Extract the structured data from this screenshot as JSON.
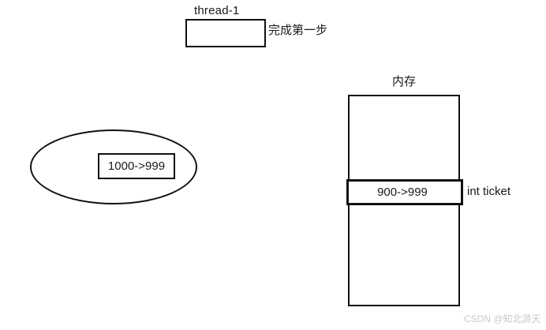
{
  "diagram": {
    "background_color": "#ffffff",
    "stroke_color": "#111111",
    "thread": {
      "label": "thread-1",
      "box_value": "",
      "annotation": "完成第一步"
    },
    "thread_stack": {
      "shape": "ellipse",
      "value": "1000->999"
    },
    "memory": {
      "label": "内存",
      "cells": [
        {
          "value": "",
          "highlighted": false
        },
        {
          "value": "900->999",
          "highlighted": true
        },
        {
          "value": "",
          "highlighted": false
        }
      ],
      "variable_label": "int ticket"
    }
  },
  "watermark": {
    "text": "CSDN @知北游天",
    "color": "#c9c9c9"
  }
}
